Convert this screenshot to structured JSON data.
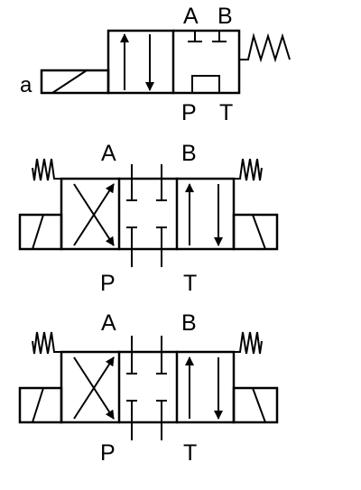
{
  "symbols": [
    {
      "id": "valve-top",
      "port_labels": {
        "a": "A",
        "b": "B",
        "p": "P",
        "t": "T"
      },
      "actuator_label": "a"
    },
    {
      "id": "valve-middle",
      "port_labels": {
        "a": "A",
        "b": "B",
        "p": "P",
        "t": "T"
      }
    },
    {
      "id": "valve-bottom",
      "port_labels": {
        "a": "A",
        "b": "B",
        "p": "P",
        "t": "T"
      }
    }
  ]
}
